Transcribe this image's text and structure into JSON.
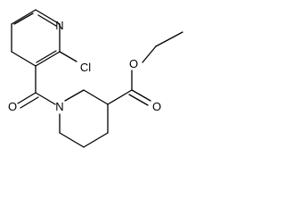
{
  "molecule": {
    "atoms": {
      "pyridine_n": "N",
      "chlorine": "Cl",
      "carbonyl_o": "O",
      "piperidine_n": "N",
      "ester_o_double": "O",
      "ester_o_single": "O"
    }
  }
}
